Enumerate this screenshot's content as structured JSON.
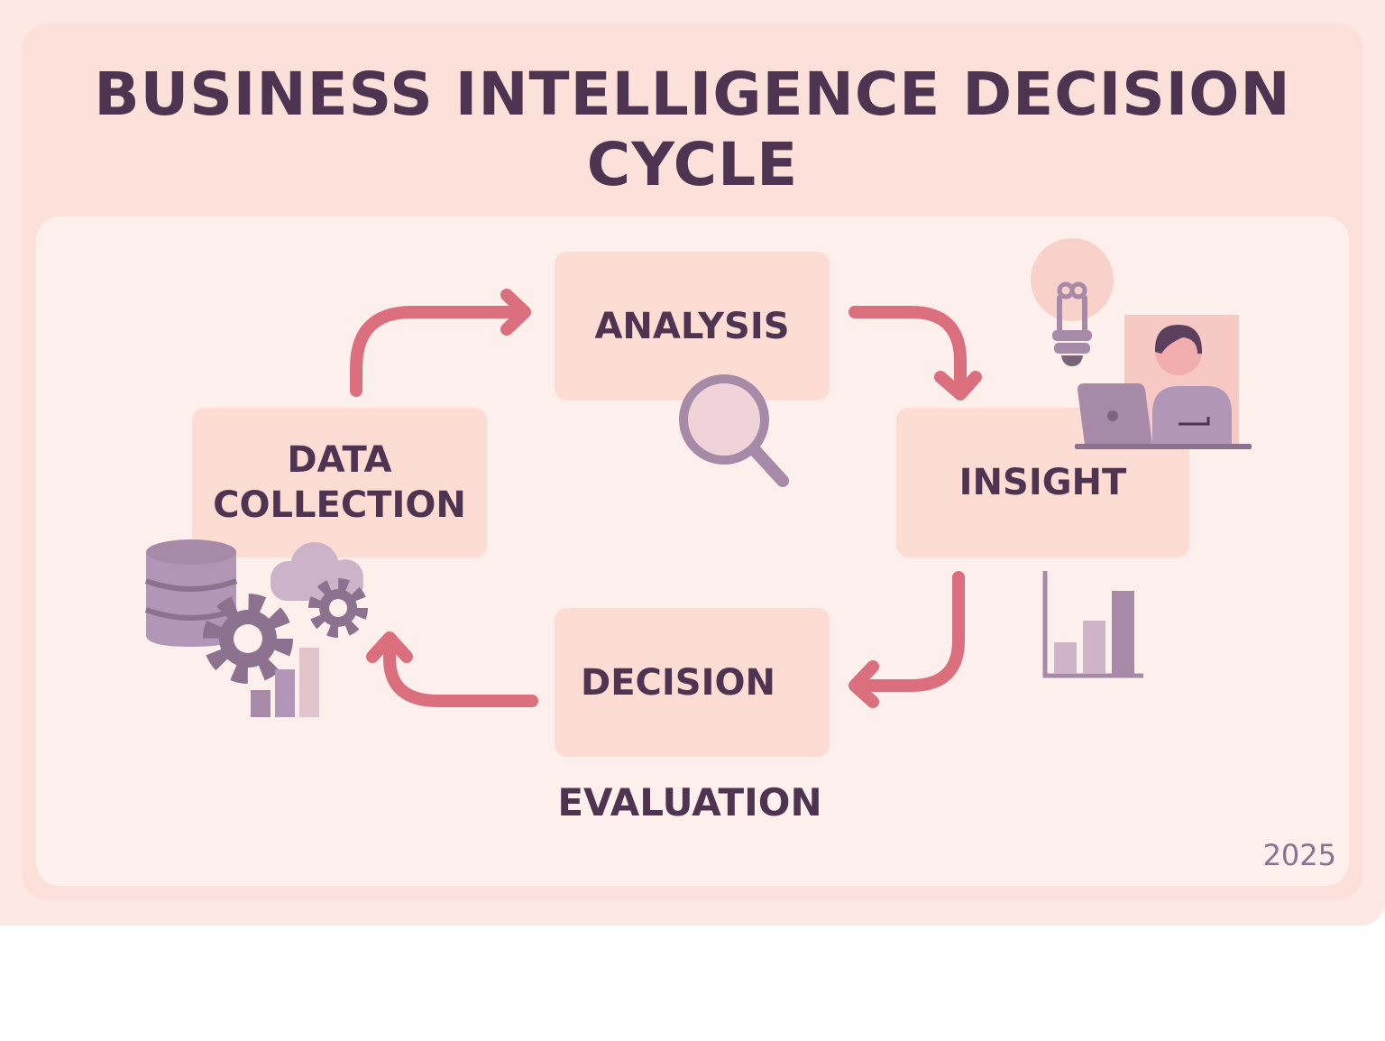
{
  "title": {
    "line1": "BUSINESS INTELLIGENCE DECISION",
    "line2": "CYCLE"
  },
  "stages": {
    "analysis": "ANALYSIS",
    "data_collection": {
      "line1": "DATA",
      "line2": "COLLECTION"
    },
    "insight": "INSIGHT",
    "decision": "DECISION"
  },
  "evaluation_label": "EVALUATION",
  "year": "2025",
  "colors": {
    "accent": "#dc6f7d",
    "text": "#4e3451",
    "icon": "#a68aa8",
    "box": "#fcdcd3"
  },
  "icons": [
    "magnifier-icon",
    "lightbulb-icon",
    "person-laptop-icon",
    "bar-chart-icon",
    "database-icon",
    "cloud-icon",
    "gear-icon"
  ]
}
